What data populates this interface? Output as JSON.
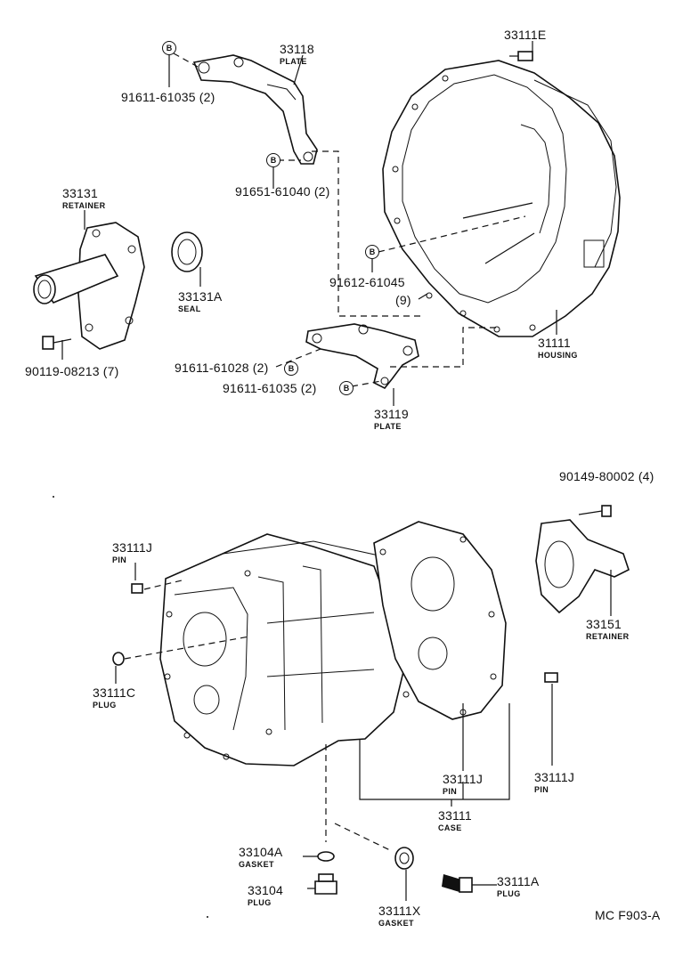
{
  "diagram": {
    "code": "MC  F903-A",
    "callouts": [
      {
        "id": "c33118",
        "number": "33118",
        "name": "PLATE"
      },
      {
        "id": "c33111E",
        "number": "33111E",
        "name": ""
      },
      {
        "id": "c91611_61035a",
        "number": "91611-61035 (2)",
        "name": ""
      },
      {
        "id": "c91651_61040",
        "number": "91651-61040 (2)",
        "name": ""
      },
      {
        "id": "c33131",
        "number": "33131",
        "name": "RETAINER"
      },
      {
        "id": "c33131A",
        "number": "33131A",
        "name": "SEAL"
      },
      {
        "id": "c91612_61045",
        "number": "91612-61045",
        "name": "(9)"
      },
      {
        "id": "c31111",
        "number": "31111",
        "name": "HOUSING"
      },
      {
        "id": "c90119_08213",
        "number": "90119-08213 (7)",
        "name": ""
      },
      {
        "id": "c91611_61028",
        "number": "91611-61028 (2)",
        "name": ""
      },
      {
        "id": "c91611_61035b",
        "number": "91611-61035 (2)",
        "name": ""
      },
      {
        "id": "c33119",
        "number": "33119",
        "name": "PLATE"
      },
      {
        "id": "c90149_80002",
        "number": "90149-80002 (4)",
        "name": ""
      },
      {
        "id": "c33111J_a",
        "number": "33111J",
        "name": "PIN"
      },
      {
        "id": "c33151",
        "number": "33151",
        "name": "RETAINER"
      },
      {
        "id": "c33111C",
        "number": "33111C",
        "name": "PLUG"
      },
      {
        "id": "c33111J_b",
        "number": "33111J",
        "name": "PIN"
      },
      {
        "id": "c33111J_c",
        "number": "33111J",
        "name": "PIN"
      },
      {
        "id": "c33111",
        "number": "33111",
        "name": "CASE"
      },
      {
        "id": "c33104A",
        "number": "33104A",
        "name": "GASKET"
      },
      {
        "id": "c33104",
        "number": "33104",
        "name": "PLUG"
      },
      {
        "id": "c33111X",
        "number": "33111X",
        "name": "GASKET"
      },
      {
        "id": "c33111A",
        "number": "33111A",
        "name": "PLUG"
      }
    ],
    "bolt_marker": "B"
  }
}
